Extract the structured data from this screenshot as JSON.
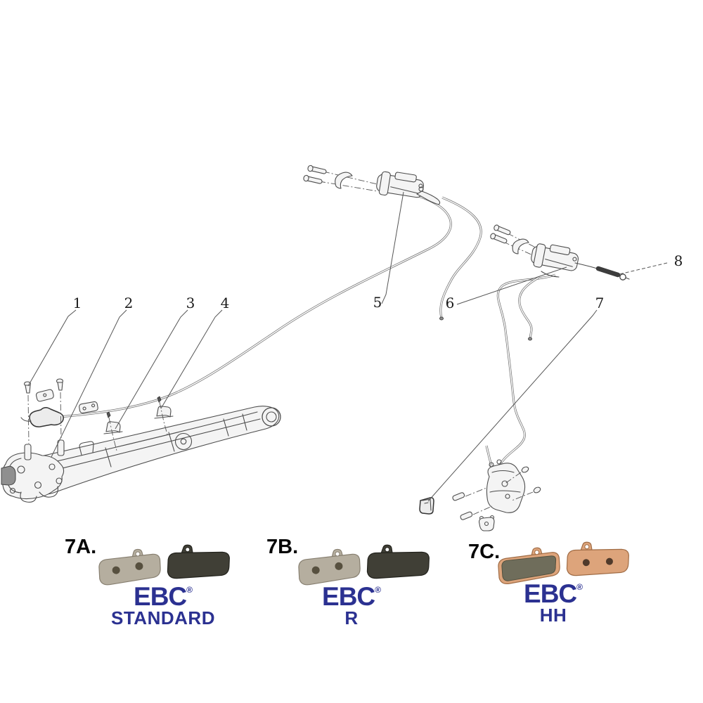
{
  "diagram": {
    "callouts": [
      "1",
      "2",
      "3",
      "4",
      "5",
      "6",
      "7",
      "8"
    ]
  },
  "products": [
    {
      "label": "7A.",
      "brand": "EBC",
      "reg": "®",
      "grade": "STANDARD"
    },
    {
      "label": "7B.",
      "brand": "EBC",
      "reg": "®",
      "grade": "R"
    },
    {
      "label": "7C.",
      "brand": "EBC",
      "reg": "®",
      "grade": "HH"
    }
  ],
  "colors": {
    "ebc_blue": "#2b3191",
    "line_gray": "#4d4d4d",
    "pad_backing_light": "#b5ae9f",
    "pad_backing_stroke": "#877f70",
    "pad_hole_dark": "#57503f",
    "pad_friction_dark": "#403f36",
    "pad_friction_stroke": "#23231d",
    "pad_copper": "#dda47b",
    "pad_copper_stroke": "#a06c45",
    "pad_copper_hole": "#503a2b",
    "pad_sintered_face": "#6f6d5b",
    "pad_sintered_stroke": "#53513f"
  }
}
